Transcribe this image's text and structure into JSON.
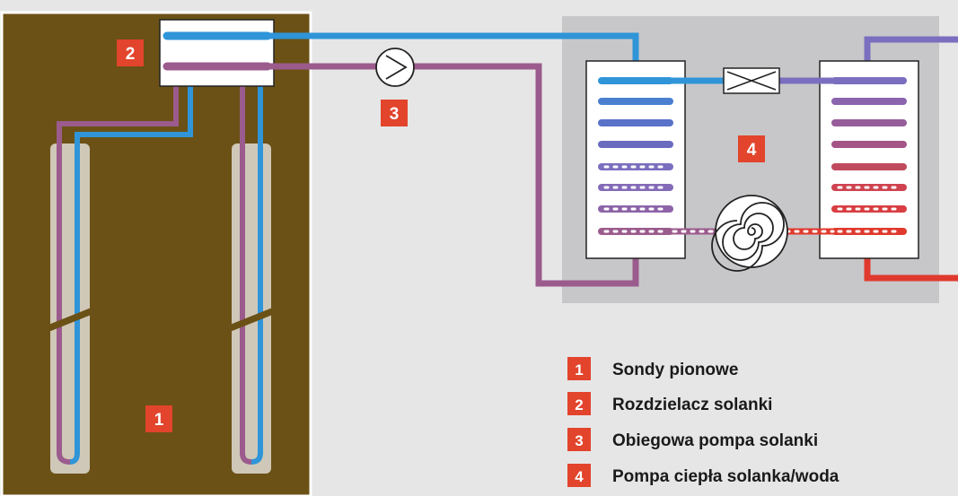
{
  "diagram": {
    "markers": [
      {
        "id": "1",
        "label": "1"
      },
      {
        "id": "2",
        "label": "2"
      },
      {
        "id": "3",
        "label": "3"
      },
      {
        "id": "4",
        "label": "4"
      }
    ],
    "legend": [
      {
        "number": "1",
        "text": "Sondy pionowe"
      },
      {
        "number": "2",
        "text": "Rozdzielacz solanki"
      },
      {
        "number": "3",
        "text": "Obiegowa pompa solanki"
      },
      {
        "number": "4",
        "text": "Pompa ciepła solanka/woda"
      }
    ],
    "colors": {
      "background": "#e6e6e6",
      "ground": "#6b5116",
      "ground_border": "#ffffff",
      "probe": "#cfc8b8",
      "pipe_cold": "#2f95d8",
      "pipe_warm": "#9b5b8d",
      "pipe_violet": "#7a6fbf",
      "pipe_hot": "#e03a2e",
      "heatpump_box": "#c7c7c9",
      "badge": "#e2442c",
      "legend_text": "#1a1a1a"
    }
  }
}
